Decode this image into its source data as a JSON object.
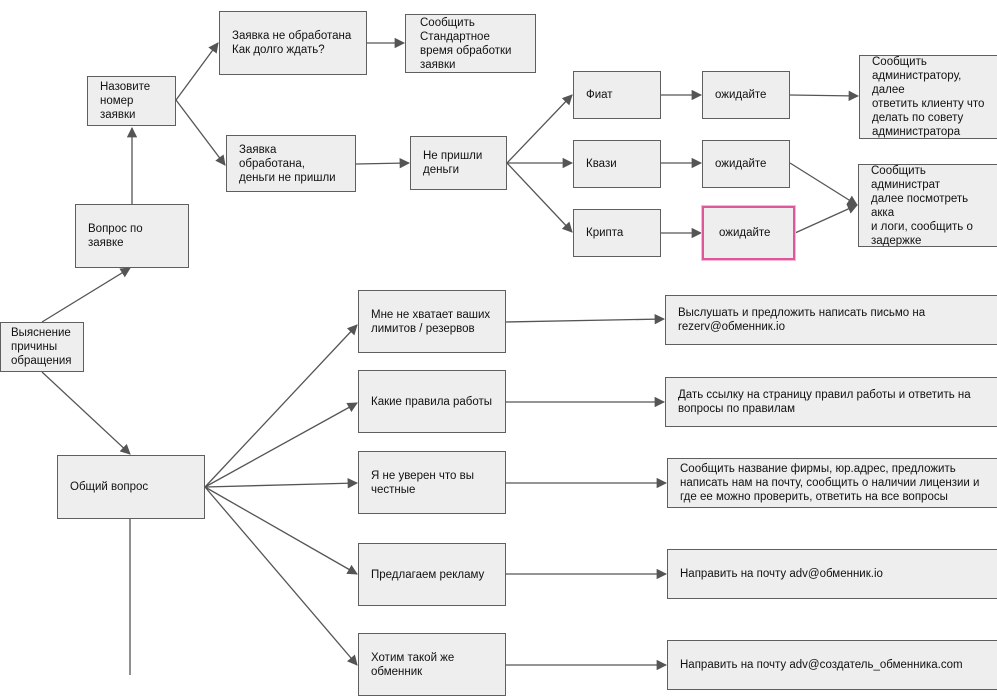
{
  "nodes": {
    "order_number": "Назовите\nномер\nзаявки",
    "not_processed": "Заявка не обработана\nКак долго ждать?",
    "tell_standard": "Сообщить\nСтандартное\nвремя обработки\nзаявки",
    "processed_no_money": "Заявка\nобработана,\nденьги не пришли",
    "no_money": "Не пришли\nденьги",
    "fiat": "Фиат",
    "quasi": "Квази",
    "crypto": "Крипта",
    "wait_fiat": "ожидайте",
    "wait_quasi": "ожидайте",
    "wait_crypto": "ожидайте",
    "tell_admin_1": "Сообщить\nадминистратору, далее\nответить клиенту что\nделать по совету\nадминистратора",
    "tell_admin_2": "Сообщить администрат\nдалее посмотреть акка\nи логи, сообщить о\nзадержке",
    "order_question": "Вопрос по\nзаявке",
    "clarify_reason": "Выяснение\nпричины\nобращения",
    "general_question": "Общий вопрос",
    "limits": "Мне не хватает ваших\nлимитов / резервов",
    "rules": "Какие правила работы",
    "not_honest": "Я не уверен что вы\nчестные",
    "ads": "Предлагаем рекламу",
    "same_exchanger": "Хотим такой же\nобменник",
    "ans_limits": "Выслушать и предложить написать письмо на\nrezerv@обменник.io",
    "ans_rules": "Дать ссылку на страницу правил работы и ответить на\nвопросы по правилам",
    "ans_honest": "Сообщить название фирмы, юр.адрес, предложить\nнаписать нам на почту, сообщить о наличии лицензии и\nгде ее можно проверить, ответить на все вопросы",
    "ans_ads": "Направить на почту adv@обменник.io",
    "ans_same": "Направить на почту adv@создатель_обменника.com"
  },
  "colors": {
    "node_fill": "#eeeeee",
    "node_border": "#5f5f5f",
    "edge": "#555555",
    "highlight": "#e0569a"
  }
}
